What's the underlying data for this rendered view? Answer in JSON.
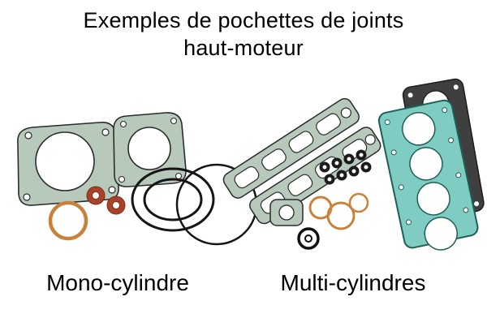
{
  "title": {
    "line1": "Exemples de pochettes de joints",
    "line2": "haut-moteur"
  },
  "captions": {
    "mono": "Mono-cylindre",
    "multi": "Multi-cylindres"
  },
  "illustration": {
    "mono_group": "mono-cylinder top-end gasket set",
    "multi_group": "multi-cylinder top-end gasket set"
  },
  "colors": {
    "gasket_green": "#b7c9ba",
    "gasket_teal": "#7fccc2",
    "gasket_grey": "#3f3f3f",
    "ring_orange": "#c8823c",
    "ring_red": "#a8432a",
    "outline": "#222222",
    "background": "#ffffff"
  }
}
